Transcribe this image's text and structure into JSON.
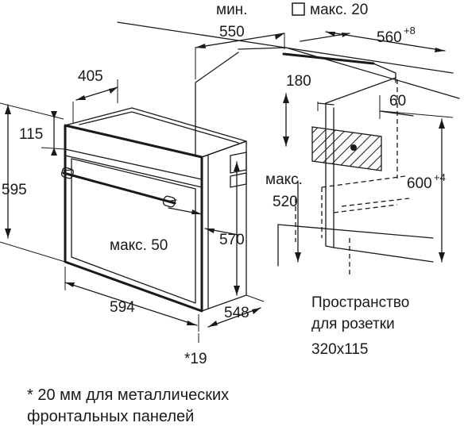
{
  "dimensions": {
    "min_label": "мин.",
    "depth_min": "550",
    "max_gap": "макс. 20",
    "niche_width": "560",
    "niche_width_tol": "+8",
    "front_depth": "405",
    "side_180": "180",
    "vent_60": "60",
    "top_115": "115",
    "height_595": "595",
    "niche_height": "600",
    "niche_height_tol": "+4",
    "max_label": "макс.",
    "max_520": "520",
    "height_570": "570",
    "max_50": "макс. 50",
    "width_594": "594",
    "depth_548": "548",
    "asterisk_19": "*19"
  },
  "socket_area": {
    "line1": "Пространство",
    "line2": "для розетки",
    "size": "320x115"
  },
  "footnote": {
    "line1": "* 20 мм для металлических",
    "line2": "фронтальных панелей"
  }
}
